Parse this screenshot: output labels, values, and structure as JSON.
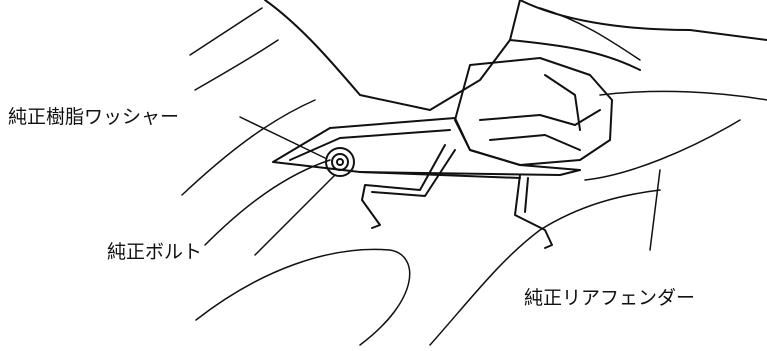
{
  "labels": {
    "washer": "純正樹脂ワッシャー",
    "bolt": "純正ボルト",
    "fender": "純正リアフェンダー"
  },
  "style": {
    "line_color": "#111111",
    "background": "#ffffff"
  }
}
